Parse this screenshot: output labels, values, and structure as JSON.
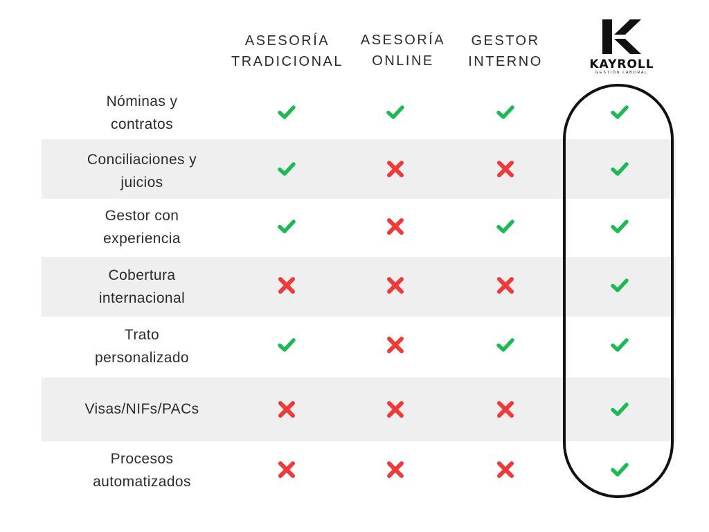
{
  "columns": [
    {
      "key": "tradicional",
      "line1": "ASESORÍA",
      "line2": "TRADICIONAL"
    },
    {
      "key": "online",
      "line1": "ASESORÍA",
      "line2": "ONLINE"
    },
    {
      "key": "interno",
      "line1": "GESTOR",
      "line2": "INTERNO"
    }
  ],
  "brand": {
    "name": "KAYROLL",
    "tagline": "GESTIÓN LABORAL",
    "icon": "kayroll-k-logo"
  },
  "rows": [
    {
      "line1": "Nóminas y",
      "line2": "contratos",
      "marks": [
        "check",
        "check",
        "check",
        "check"
      ]
    },
    {
      "line1": "Conciliaciones y",
      "line2": "juicios",
      "marks": [
        "check",
        "cross",
        "cross",
        "check"
      ]
    },
    {
      "line1": "Gestor con",
      "line2": "experiencia",
      "marks": [
        "check",
        "cross",
        "check",
        "check"
      ]
    },
    {
      "line1": "Cobertura",
      "line2": "internacional",
      "marks": [
        "cross",
        "cross",
        "cross",
        "check"
      ]
    },
    {
      "line1": "Trato",
      "line2": "personalizado",
      "marks": [
        "check",
        "cross",
        "check",
        "check"
      ]
    },
    {
      "line1": "Visas/NIFs/PACs",
      "line2": "",
      "marks": [
        "cross",
        "cross",
        "cross",
        "check"
      ]
    },
    {
      "line1": "Procesos",
      "line2": "automatizados",
      "marks": [
        "cross",
        "cross",
        "cross",
        "check"
      ]
    }
  ],
  "colors": {
    "check": "#1db954",
    "cross": "#f03a3a",
    "shade": "#efefef",
    "outline": "#111111"
  },
  "icons": {
    "check": "check-icon",
    "cross": "cross-icon"
  }
}
